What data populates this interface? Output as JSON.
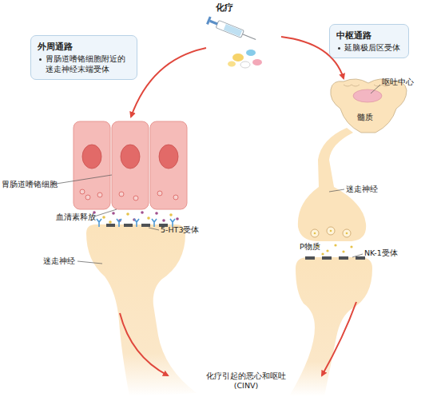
{
  "diagram": {
    "title": "化疗",
    "nodes": [
      {
        "text": [
          "外周通路",
          "胃肠道嗜铬细胞附近的迷走神经末端受体"
        ]
      },
      {
        "text": [
          "中枢通路",
          "延脑极后区受体"
        ]
      }
    ],
    "labels": [
      "呕吐中心",
      "髓质",
      "胃肠道嗜铬细胞",
      "迷走神经",
      "血清素释放",
      "5-HT3受体",
      "P物质",
      "NK-1受体",
      "迷走神经",
      "化疗引起的恶心和呕吐 (CINV)"
    ]
  }
}
